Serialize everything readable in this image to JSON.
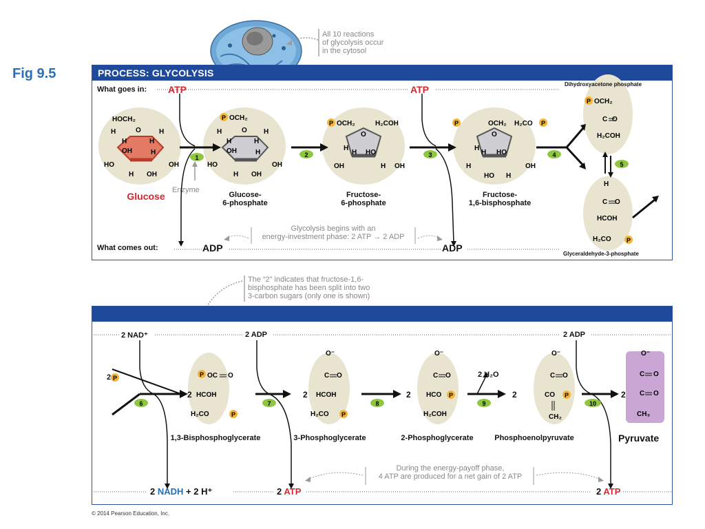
{
  "figure": {
    "label": "Fig 9.5",
    "panel_title": "PROCESS: GLYCOLYSIS",
    "cytosol_note": [
      "All 10 reactions",
      "of glycolysis occur",
      "in the cytosol"
    ],
    "footer": "© 2014 Pearson Education, Inc."
  },
  "top": {
    "goes_in_label": "What goes in:",
    "comes_out_label": "What comes out:",
    "atp": "ATP",
    "adp": "ADP",
    "enzyme": "Enzyme",
    "investment_note": [
      "Glycolysis begins with an",
      "energy-investment phase: 2 ATP → 2 ADP"
    ],
    "dhap": "Dihydroxyacetone phosphate",
    "g3p": "Glyceraldehyde-3-phosphate",
    "molecules": [
      {
        "name": "Glucose"
      },
      {
        "name": "Glucose-",
        "name2": "6-phosphate"
      },
      {
        "name": "Fructose-",
        "name2": "6-phosphate"
      },
      {
        "name": "Fructose-",
        "name2": "1,6-bisphosphate"
      }
    ],
    "steps": [
      "1",
      "2",
      "3",
      "4",
      "5"
    ]
  },
  "bottom": {
    "split_note": [
      "The “2” indicates that fructose-1,6-",
      "bisphosphate has been split into two",
      "3-carbon sugars (only one is shown)"
    ],
    "nad": "2 NAD⁺",
    "adp1": "2 ADP",
    "adp2": "2 ADP",
    "pi": "2",
    "h2o": "2 H₂O",
    "nadh_prefix": "2",
    "nadh": "NADH",
    "nadh_suffix": "+ 2 H⁺",
    "atp_out1_prefix": "2",
    "atp_out1": "ATP",
    "atp_out2_prefix": "2",
    "atp_out2": "ATP",
    "payoff_note": [
      "During the energy-payoff phase,",
      "4 ATP are produced for a net gain of 2 ATP"
    ],
    "molecules": [
      "1,3-Bisphosphoglycerate",
      "3-Phosphoglycerate",
      "2-Phosphoglycerate",
      "Phosphoenolpyruvate",
      "Pyruvate"
    ],
    "steps": [
      "6",
      "7",
      "8",
      "9",
      "10"
    ],
    "coefficient": "2"
  }
}
